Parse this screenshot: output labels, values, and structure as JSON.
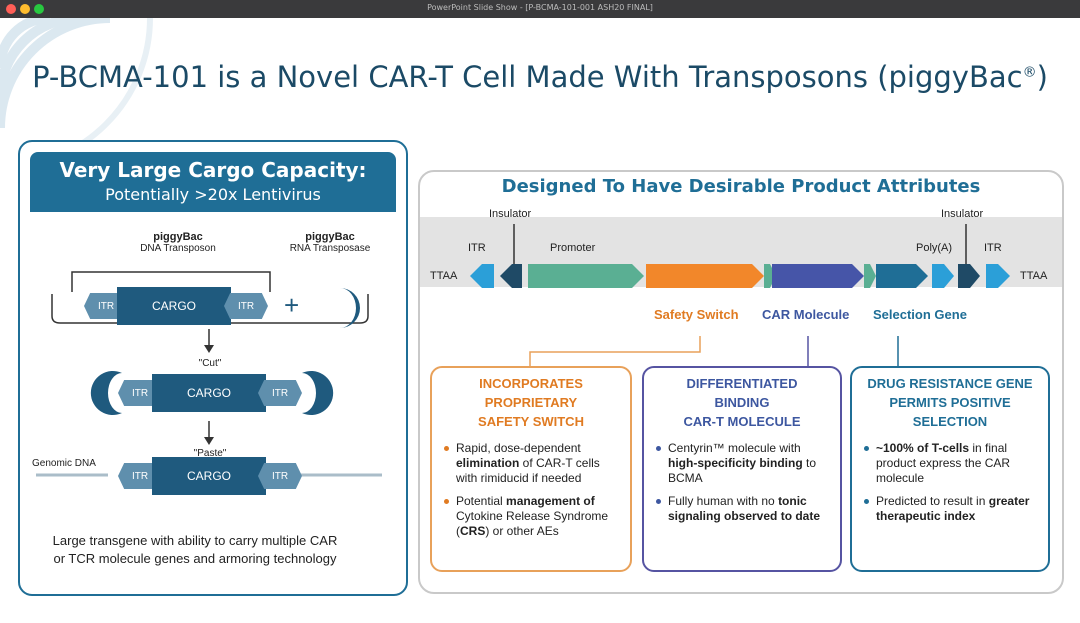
{
  "window": {
    "title": "PowerPoint Slide Show - [P-BCMA-101-001 ASH20 FINAL]"
  },
  "slide": {
    "title": "P-BCMA-101 is a Novel CAR-T Cell Made With Transposons (piggyBac",
    "title_mark": "®",
    "title_end": ")"
  },
  "left_panel": {
    "header_title": "Very Large Cargo Capacity:",
    "header_subtitle": "Potentially >20x Lentivirus",
    "piggybac_dna_label": "piggyBac",
    "piggybac_dna_sub": "DNA Transposon",
    "piggybac_rna_label": "piggyBac",
    "piggybac_rna_sub": "RNA Transposase",
    "itr": "ITR",
    "cargo": "CARGO",
    "plus": "+",
    "cut": "\"Cut\"",
    "paste": "\"Paste\"",
    "genomic_dna": "Genomic DNA",
    "caption_line1": "Large transgene with ability to carry multiple CAR",
    "caption_line2": "or TCR molecule genes and armoring technology"
  },
  "right_panel": {
    "title": "Designed To Have Desirable Product Attributes",
    "gene_labels": {
      "insulator_left": "Insulator",
      "insulator_right": "Insulator",
      "itr_left": "ITR",
      "itr_right": "ITR",
      "promoter": "Promoter",
      "polya": "Poly(A)",
      "ttaa_left": "TTAA",
      "ttaa_right": "TTAA"
    },
    "categories": {
      "safety_switch": "Safety Switch",
      "car_molecule": "CAR Molecule",
      "selection_gene": "Selection Gene"
    },
    "boxes": [
      {
        "title_lines": [
          "INCORPORATES",
          "PROPRIETARY",
          "SAFETY SWITCH"
        ],
        "bullets": [
          {
            "pre": "Rapid, dose-dependent ",
            "bold": "elimination",
            "post": " of CAR-T cells with rimiducid if needed"
          },
          {
            "pre": "Potential ",
            "bold": "management of",
            "post": " Cytokine Release Syndrome (",
            "bold2": "CRS",
            "post2": ") or other AEs"
          }
        ]
      },
      {
        "title_lines": [
          "DIFFERENTIATED",
          "BINDING",
          "CAR-T MOLECULE"
        ],
        "bullets": [
          {
            "pre": "Centyrin™ molecule with ",
            "bold": "high-specificity binding",
            "post": " to BCMA"
          },
          {
            "pre": "Fully human with no ",
            "bold": "tonic signaling observed to date",
            "post": ""
          }
        ]
      },
      {
        "title_lines": [
          "DRUG RESISTANCE GENE",
          "PERMITS POSITIVE",
          "SELECTION"
        ],
        "bullets": [
          {
            "pre": "",
            "bold": "~100% of T-cells",
            "post": " in final product express the CAR molecule"
          },
          {
            "pre": "Predicted to result in ",
            "bold": "greater therapeutic index",
            "post": ""
          }
        ]
      }
    ]
  },
  "colors": {
    "navy": "#1f5a7e",
    "teal_blue": "#1f6e96",
    "orange": "#f2872a",
    "green": "#5aaf93",
    "purple": "#4655a8",
    "light_blue": "#2b9fd8"
  }
}
